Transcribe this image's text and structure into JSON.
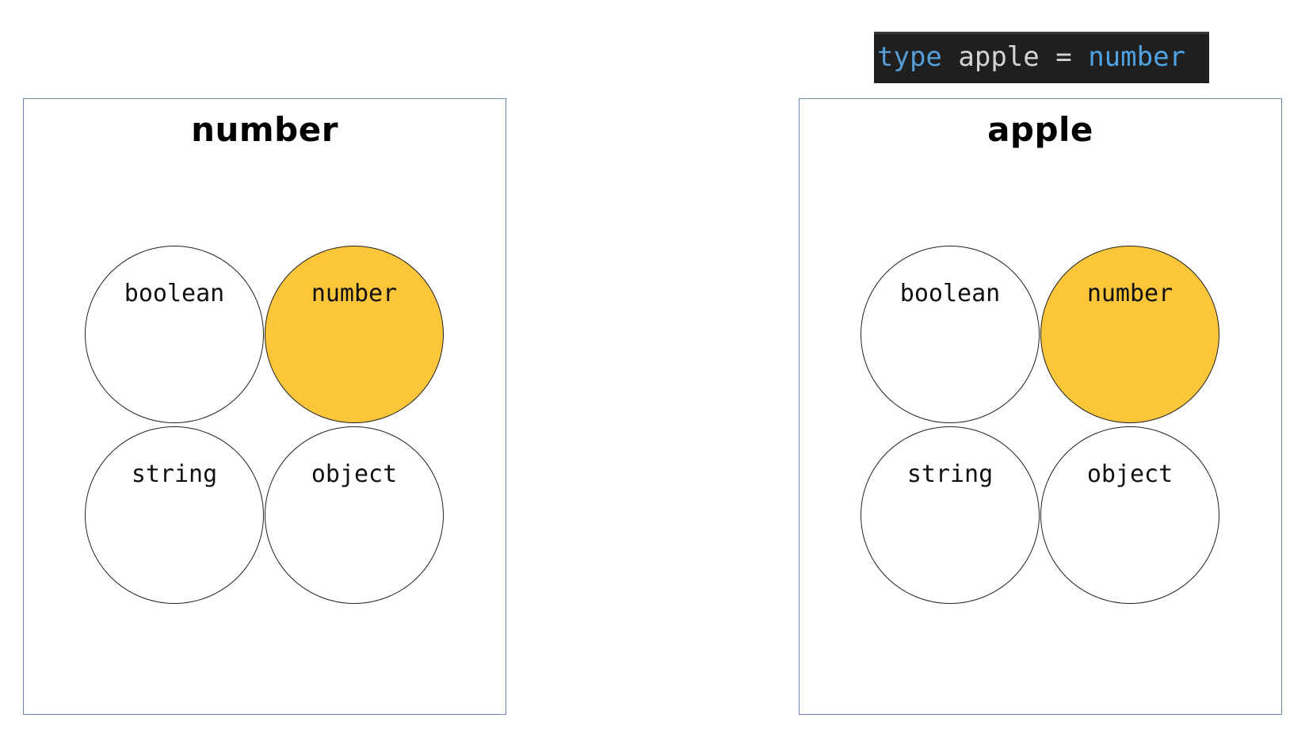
{
  "code_snippet": {
    "keyword": "type",
    "identifier": "apple",
    "operator": "=",
    "type_name": "number"
  },
  "panels": [
    {
      "title": "number",
      "circles": [
        {
          "label": "boolean",
          "highlighted": false
        },
        {
          "label": "number",
          "highlighted": true
        },
        {
          "label": "string",
          "highlighted": false
        },
        {
          "label": "object",
          "highlighted": false
        }
      ]
    },
    {
      "title": "apple",
      "circles": [
        {
          "label": "boolean",
          "highlighted": false
        },
        {
          "label": "number",
          "highlighted": true
        },
        {
          "label": "string",
          "highlighted": false
        },
        {
          "label": "object",
          "highlighted": false
        }
      ]
    }
  ],
  "colors": {
    "highlight": "#fcc63b",
    "panel_border": "#6f87b8",
    "code_background": "#1f1f1f",
    "code_keyword": "#569cd6",
    "code_type": "#4fa3e3"
  }
}
